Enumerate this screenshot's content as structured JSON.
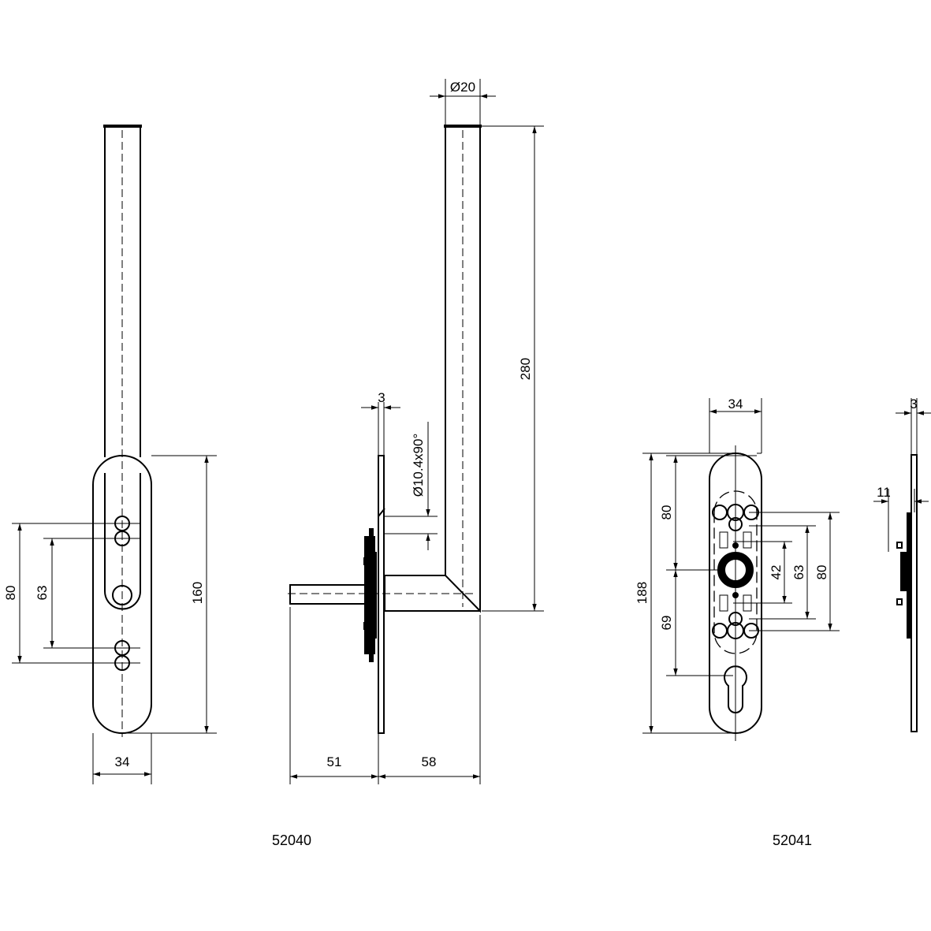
{
  "drawings": [
    {
      "part_number": "52040",
      "front_view": {
        "width_34": "34",
        "height_160": "160",
        "holes_80": "80",
        "holes_63": "63"
      },
      "side_view": {
        "tube_diameter": "Ø20",
        "tube_length": "280",
        "plate_thickness": "3",
        "countersink": "Ø10.4x90°",
        "spindle": "51",
        "offset": "58"
      }
    },
    {
      "part_number": "52041",
      "front_view": {
        "width_34": "34",
        "height_188": "188",
        "upper_80": "80",
        "lower_69": "69",
        "holes_42": "42",
        "holes_63": "63",
        "holes_80": "80"
      },
      "side_view": {
        "plate_thickness": "3",
        "depth_11": "11"
      }
    }
  ]
}
